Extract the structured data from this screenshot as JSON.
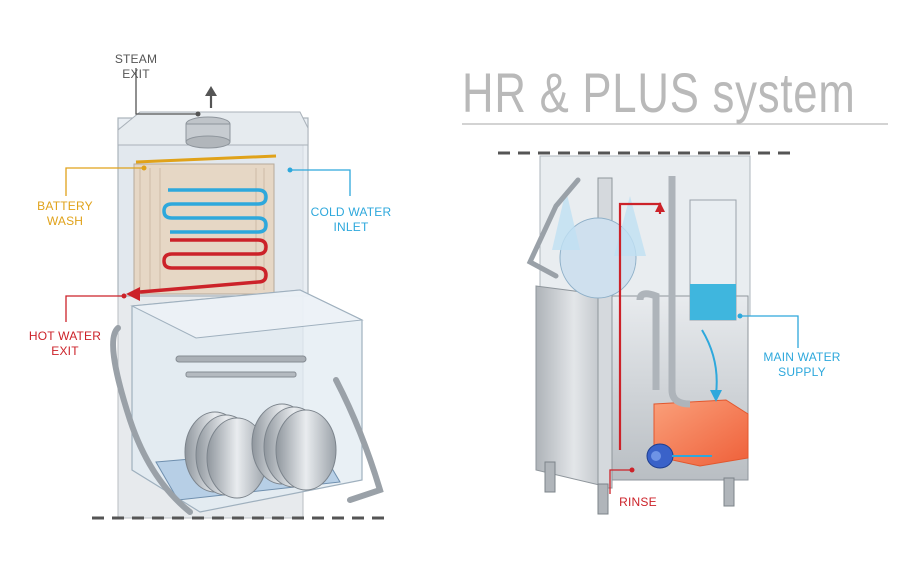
{
  "title": "HR & PLUS system",
  "labels": {
    "steam_exit": "STEAM\nEXIT",
    "battery_wash": "BATTERY\nWASH",
    "cold_water_inlet": "COLD WATER\nINLET",
    "hot_water_exit": "HOT WATER\nEXIT",
    "main_water_supply": "MAIN WATER\nSUPPLY",
    "rinse": "RINSE"
  },
  "colors": {
    "title": "#b9b9b9",
    "steam": "#555555",
    "battery": "#e0a21a",
    "cold": "#2ea8dc",
    "hot": "#cc2229",
    "main_water": "#2ea8dc",
    "rinse": "#cc2229",
    "tank": "#ff6a3d",
    "machine_steel": "#c9cdd2",
    "glass": "#dbe7ef"
  },
  "icons": {
    "steam_arrow": "up-arrow-icon",
    "hot_arrow": "left-arrow-icon",
    "pump": "pump-icon"
  }
}
